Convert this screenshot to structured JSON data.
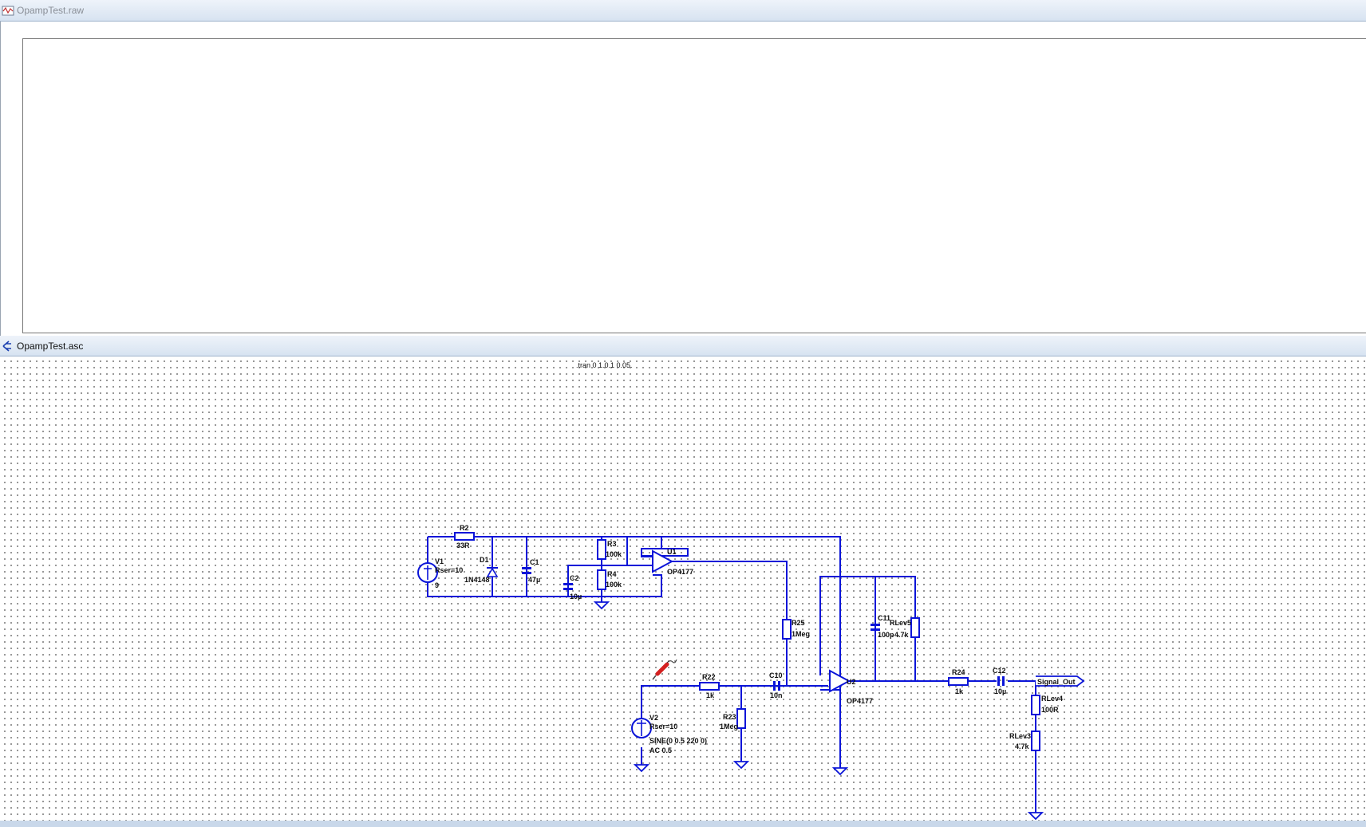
{
  "windows": {
    "raw": {
      "title": "OpampTest.raw"
    },
    "asc": {
      "title": "OpampTest.asc"
    }
  },
  "colors": {
    "wire": "#0a14d8",
    "grid_dot": "#7b7b7b",
    "titlebar_top": "#eef3fa",
    "titlebar_bottom": "#d7e3f1"
  },
  "schematic": {
    "directive": ".tran 0 1.0.1 0.05.",
    "components": {
      "R2": {
        "name": "R2",
        "value": "33R"
      },
      "V1": {
        "name": "V1",
        "rser": "Rser=10",
        "value": "9"
      },
      "D1": {
        "name": "D1",
        "value": "1N4148"
      },
      "C1": {
        "name": "C1",
        "value": "47µ"
      },
      "C2": {
        "name": "C2",
        "value": "10µ"
      },
      "R3": {
        "name": "R3",
        "value": "100k"
      },
      "R4": {
        "name": "R4",
        "value": "100k"
      },
      "U1": {
        "name": "U1",
        "value": "OP4177"
      },
      "R25": {
        "name": "R25",
        "value": "1Meg"
      },
      "C11": {
        "name": "C11",
        "value": "100p"
      },
      "RLev5": {
        "name": "RLev5",
        "value": "4.7k"
      },
      "U2": {
        "name": "U2",
        "value": "OP4177"
      },
      "R22": {
        "name": "R22",
        "value": "1k"
      },
      "C10": {
        "name": "C10",
        "value": "10n"
      },
      "R23": {
        "name": "R23",
        "value": "1Meg"
      },
      "V2": {
        "name": "V2",
        "rser": "Rser=10",
        "source": "SINE(0 0.5 220 0)",
        "ac": "AC 0.5"
      },
      "R24": {
        "name": "R24",
        "value": "1k"
      },
      "C12": {
        "name": "C12",
        "value": "10µ"
      },
      "RLev4": {
        "name": "RLev4",
        "value": "100R"
      },
      "RLev3": {
        "name": "RLev3",
        "value": "4.7k"
      }
    },
    "net_label": "Signal_Out"
  },
  "icons": {
    "raw_window": "waveform-viewer-icon",
    "asc_window": "schematic-editor-icon",
    "probe": "voltage-probe-icon"
  }
}
